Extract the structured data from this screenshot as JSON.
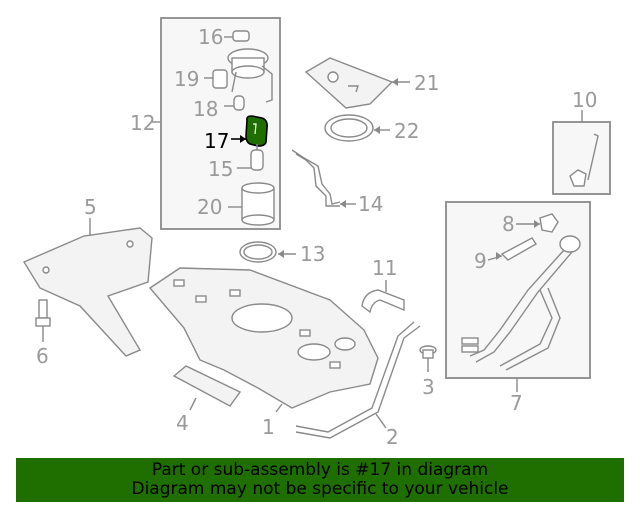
{
  "diagram": {
    "callouts": {
      "c1": "1",
      "c2": "2",
      "c3": "3",
      "c4": "4",
      "c5": "5",
      "c6": "6",
      "c7": "7",
      "c8": "8",
      "c9": "9",
      "c10": "10",
      "c11": "11",
      "c12": "12",
      "c13": "13",
      "c14": "14",
      "c15": "15",
      "c16": "16",
      "c17": "17",
      "c18": "18",
      "c19": "19",
      "c20": "20",
      "c21": "21",
      "c22": "22"
    },
    "highlight_part": "17",
    "highlight_color": "#1e6e00"
  },
  "banner": {
    "line1": "Part or sub-assembly is #17 in diagram",
    "line2": "Diagram may not be specific to your vehicle",
    "background": "#1e6e00"
  }
}
